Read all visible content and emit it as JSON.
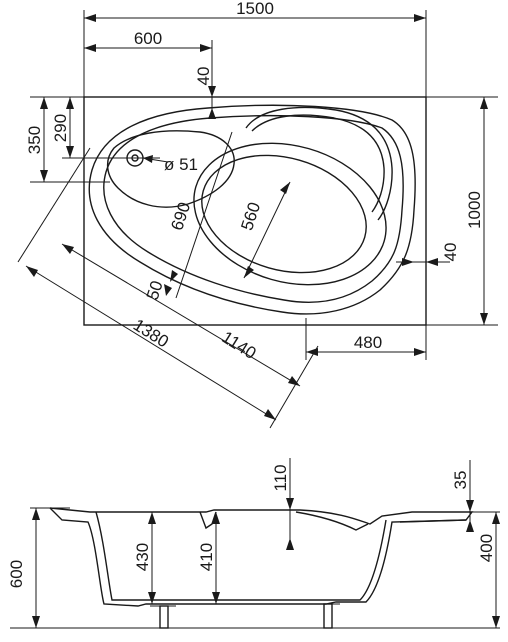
{
  "plan_view": {
    "dimensions": {
      "overall_width": "1500",
      "offset_600": "600",
      "rim_40_top": "40",
      "height_350": "350",
      "height_290": "290",
      "drain": "ø 51",
      "d690": "690",
      "d560": "560",
      "overall_depth": "1000",
      "rim_40_right": "40",
      "d50": "50",
      "length_1380": "1380",
      "length_1140": "1140",
      "width_480": "480"
    }
  },
  "section_view": {
    "dimensions": {
      "h110": "110",
      "h35": "35",
      "h430": "430",
      "h410": "410",
      "h400": "400",
      "overall_height": "600"
    }
  }
}
